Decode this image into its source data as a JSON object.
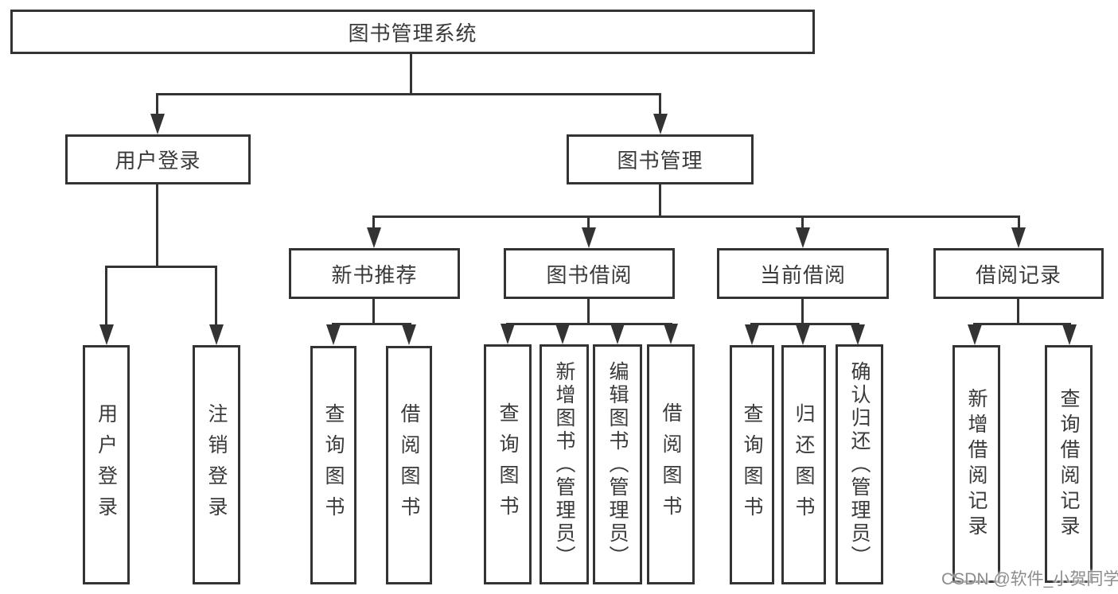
{
  "diagram": {
    "title": "图书管理系统",
    "nodes": {
      "root": "图书管理系统",
      "user_login": "用户登录",
      "book_mgmt": "图书管理",
      "new_book": "新书推荐",
      "book_borrow": "图书借阅",
      "current_borrow": "当前借阅",
      "borrow_record": "借阅记录",
      "leaf_user_login": "用户登录",
      "leaf_logout": "注销登录",
      "leaf_query_book_nb": "查询图书",
      "leaf_borrow_book_nb": "借阅图书",
      "leaf_query_book_bb": "查询图书",
      "leaf_add_book": "新增图书（管理员）",
      "leaf_edit_book": "编辑图书（管理员）",
      "leaf_borrow_book_bb": "借阅图书",
      "leaf_query_book_cb": "查询图书",
      "leaf_return_book": "归还图书",
      "leaf_confirm_return": "确认归还（管理员）",
      "leaf_add_record": "新增借阅记录",
      "leaf_query_record": "查询借阅记录"
    },
    "colors": {
      "line": "#333333",
      "text": "#3a3a3a",
      "background": "#ffffff"
    }
  },
  "watermark": {
    "text": "CSDN @软件_小贺同学",
    "color": "#8c8c8c"
  }
}
